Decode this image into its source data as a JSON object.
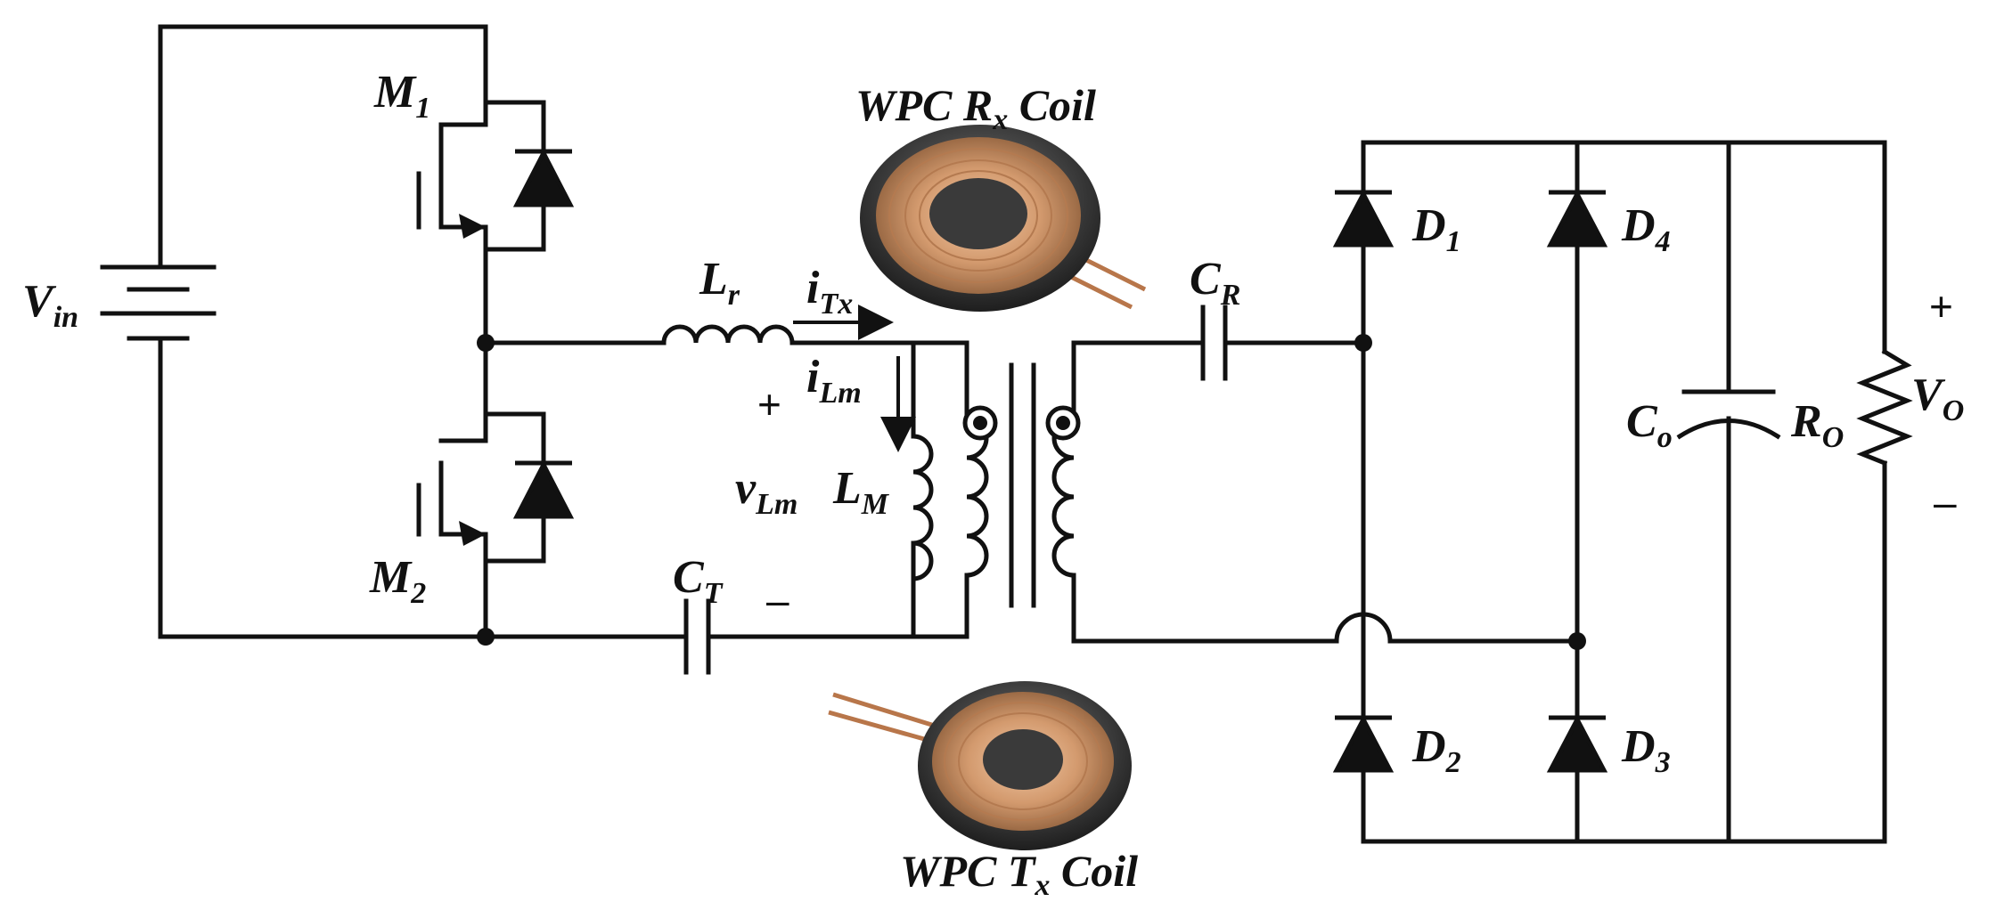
{
  "labels": {
    "vin": {
      "main": "V",
      "sub": "in"
    },
    "m1": {
      "main": "M",
      "sub": "1"
    },
    "m2": {
      "main": "M",
      "sub": "2"
    },
    "lr": {
      "main": "L",
      "sub": "r"
    },
    "itx": {
      "main": "i",
      "sub": "Tx"
    },
    "ilm": {
      "main": "i",
      "sub": "Lm"
    },
    "vlm": {
      "main": "v",
      "sub": "Lm"
    },
    "lm": {
      "main": "L",
      "sub": "M"
    },
    "ct": {
      "main": "C",
      "sub": "T"
    },
    "cr": {
      "main": "C",
      "sub": "R"
    },
    "d1": {
      "main": "D",
      "sub": "1"
    },
    "d2": {
      "main": "D",
      "sub": "2"
    },
    "d3": {
      "main": "D",
      "sub": "3"
    },
    "d4": {
      "main": "D",
      "sub": "4"
    },
    "co": {
      "main": "C",
      "sub": "o"
    },
    "ro": {
      "main": "R",
      "sub": "O"
    },
    "vo": {
      "main": "V",
      "sub": "O"
    }
  },
  "signs": {
    "vlm_plus": "+",
    "vlm_minus": "–",
    "vo_plus": "+",
    "vo_minus": "–"
  },
  "coils": {
    "rx": {
      "prefix": "WPC R",
      "sub": "x",
      "suffix": " Coil"
    },
    "tx": {
      "prefix": "WPC T",
      "sub": "x",
      "suffix": " Coil"
    }
  },
  "colors": {
    "wire": "#111111",
    "coil_copper": "#c98a5a",
    "coil_core": "#3a3a3a",
    "coil_ring": "#2a2a2a"
  }
}
